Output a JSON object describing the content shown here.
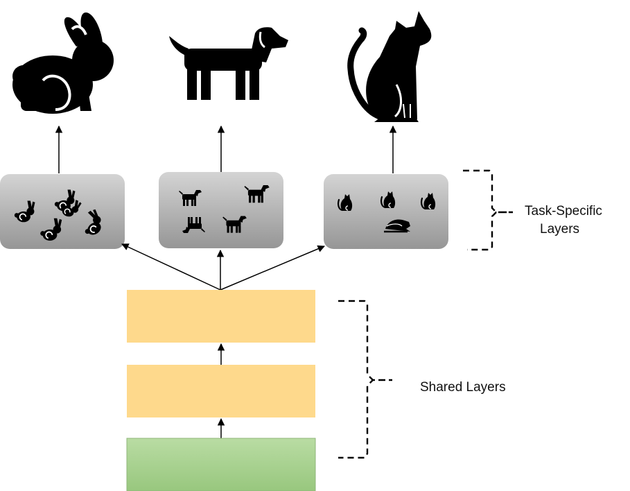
{
  "labels": {
    "task_specific_line1": "Task-Specific",
    "task_specific_line2": "Layers",
    "shared_layers": "Shared Layers"
  },
  "outputs": [
    {
      "icon": "rabbit-icon"
    },
    {
      "icon": "dog-icon"
    },
    {
      "icon": "cat-icon"
    }
  ],
  "task_boxes": [
    {
      "icon": "rabbit-group-icon",
      "count": 5
    },
    {
      "icon": "dog-group-icon",
      "count": 4
    },
    {
      "icon": "cat-group-icon",
      "count": 4
    }
  ],
  "shared_layers": [
    {
      "role": "hidden-layer",
      "color": "#fed98c"
    },
    {
      "role": "hidden-layer",
      "color": "#fed98c"
    },
    {
      "role": "input-layer",
      "color": "#a9d08e"
    }
  ],
  "colors": {
    "task_box_top": "#d4d4d4",
    "task_box_bottom": "#969696",
    "shared_layer": "#fed98c",
    "input_layer_top": "#b9dca3",
    "input_layer_bottom": "#98c77e",
    "silhouette": "#000000",
    "arrow": "#000000"
  }
}
